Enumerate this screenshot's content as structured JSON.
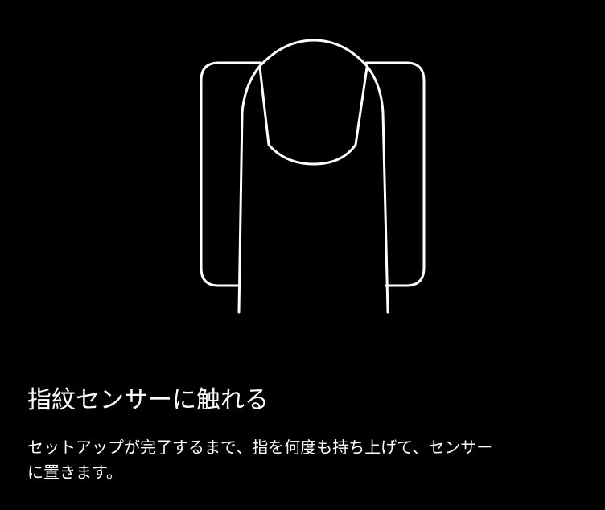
{
  "illustration": {
    "icon": "finger-on-sensor-icon",
    "stroke_color": "#ffffff",
    "background_color": "#000000"
  },
  "setup": {
    "title": "指紋センサーに触れる",
    "instructions_line1": "セットアップが完了するまで、指を何度も持ち上げて、センサー",
    "instructions_line2": "に置きます。"
  }
}
